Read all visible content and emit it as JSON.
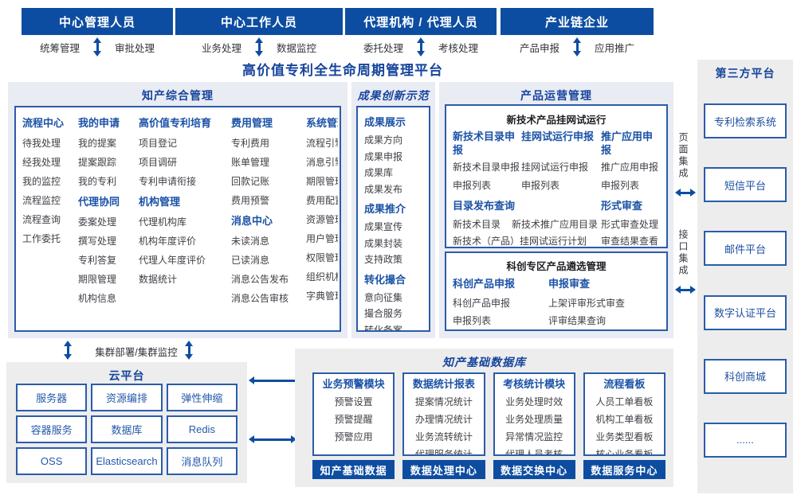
{
  "main_title": "高价值专利全生命周期管理平台",
  "colors": {
    "primary_blue": "#0d4da1",
    "box_border_blue": "#2b5ca9",
    "title_blue": "#16449c"
  },
  "roles": [
    {
      "title": "中心管理人员",
      "left": "统筹管理",
      "right": "审批处理"
    },
    {
      "title": "中心工作人员",
      "left": "业务处理",
      "right": "数据监控"
    },
    {
      "title": "代理机构 / 代理人员",
      "left": "委托处理",
      "right": "考核处理"
    },
    {
      "title": "产业链企业",
      "left": "产品申报",
      "right": "应用推广"
    }
  ],
  "im": {
    "title": "知产综合管理",
    "cols": [
      {
        "secs": [
          {
            "h": "流程中心",
            "items": [
              "待我处理",
              "经我处理",
              "我的监控",
              "流程监控",
              "流程查询",
              "工作委托"
            ]
          }
        ]
      },
      {
        "secs": [
          {
            "h": "我的申请",
            "items": [
              "我的提案",
              "提案跟踪",
              "我的专利"
            ]
          },
          {
            "h": "代理协同",
            "items": [
              "委案处理",
              "撰写处理",
              "专利答复",
              "期限管理",
              "机构信息"
            ]
          }
        ]
      },
      {
        "secs": [
          {
            "h": "高价值专利培育",
            "items": [
              "项目登记",
              "项目调研",
              "专利申请衔接"
            ]
          },
          {
            "h": "机构管理",
            "items": [
              "代理机构库",
              "机构年度评价",
              "代理人年度评价",
              "数据统计"
            ]
          }
        ]
      },
      {
        "secs": [
          {
            "h": "费用管理",
            "items": [
              "专利费用",
              "账单管理",
              "回款记账",
              "费用预警"
            ]
          },
          {
            "h": "消息中心",
            "items": [
              "未读消息",
              "已读消息",
              "消息公告发布",
              "消息公告审核"
            ]
          }
        ]
      },
      {
        "secs": [
          {
            "h": "系统管理",
            "items": [
              "流程引擎",
              "消息引擎",
              "期限管理",
              "费用配置",
              "资源管理",
              "用户管理",
              "权限管理",
              "组织机构",
              "字典管理"
            ]
          }
        ]
      }
    ]
  },
  "innovation": {
    "title": "成果创新示范",
    "secs": [
      {
        "h": "成果展示",
        "items": [
          "成果方向",
          "成果申报",
          "成果库",
          "成果发布"
        ]
      },
      {
        "h": "成果推介",
        "items": [
          "成果宣传",
          "成果封装",
          "支持政策"
        ]
      },
      {
        "h": "转化撮合",
        "items": [
          "意向征集",
          "撮合服务",
          "转化备案"
        ]
      }
    ]
  },
  "ops": {
    "title": "产品运营管理",
    "trial": {
      "title": "新技术产品挂网试运行",
      "groups": [
        {
          "h": "新技术目录申报",
          "items": [
            "新技术目录申报",
            "申报列表"
          ]
        },
        {
          "h": "挂网试运行申报",
          "items": [
            "挂网试运行申报",
            "申报列表"
          ]
        },
        {
          "h": "推广应用申报",
          "items": [
            "推广应用申报",
            "申报列表"
          ]
        }
      ],
      "catalog": {
        "h": "目录发布查询",
        "row1": [
          "新技术目录",
          "新技术推广应用目录"
        ],
        "row2": "新技术（产品）挂网试运行计划"
      },
      "review": {
        "h": "形式审查",
        "items": [
          "形式审查处理",
          "审查结果查看"
        ]
      }
    },
    "select": {
      "title": "科创专区产品遴选管理",
      "groups": [
        {
          "h": "科创产品申报",
          "items": [
            "科创产品申报",
            "申报列表"
          ]
        },
        {
          "h": "申报审查",
          "items": [
            "上架评审形式审查",
            "评审结果查询"
          ]
        }
      ]
    }
  },
  "db": {
    "title": "知产基础数据库",
    "modules": [
      {
        "h": "业务预警模块",
        "items": [
          "预警设置",
          "预警提醒",
          "预警应用"
        ],
        "bar": "知产基础数据"
      },
      {
        "h": "数据统计报表",
        "items": [
          "提案情况统计",
          "办理情况统计",
          "业务流转统计",
          "代理服务统计"
        ],
        "bar": "数据处理中心"
      },
      {
        "h": "考核统计模块",
        "items": [
          "业务处理时效",
          "业务处理质量",
          "异常情况监控",
          "代理人员考核"
        ],
        "bar": "数据交换中心"
      },
      {
        "h": "流程看板",
        "items": [
          "人员工单看板",
          "机构工单看板",
          "业务类型看板",
          "核心业务看板"
        ],
        "bar": "数据服务中心"
      }
    ]
  },
  "cloud": {
    "title": "云平台",
    "cluster_label": "集群部署/集群监控",
    "boxes": [
      "服务器",
      "资源编排",
      "弹性伸缩",
      "容器服务",
      "数据库",
      "Redis",
      "OSS",
      "Elasticsearch",
      "消息队列"
    ]
  },
  "third": {
    "title": "第三方平台",
    "page_integration": "页面集成",
    "api_integration": "接口集成",
    "boxes": [
      "专利检索系统",
      "短信平台",
      "邮件平台",
      "数字认证平台",
      "科创商城",
      "......"
    ]
  }
}
